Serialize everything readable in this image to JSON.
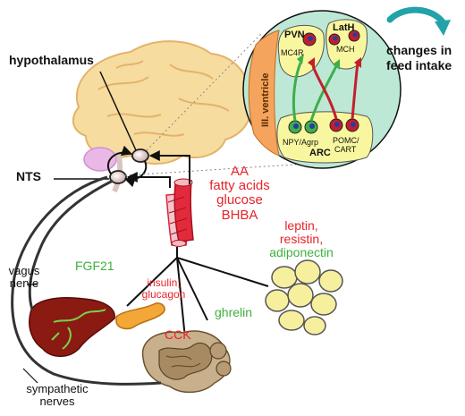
{
  "labels": {
    "hypothalamus": "hypothalamus",
    "nts": "NTS",
    "vagus_nerve": [
      "vagus",
      "nerve"
    ],
    "sympathetic_nerves": [
      "sympathetic",
      "nerves"
    ],
    "metabolites": [
      "AA",
      "fatty acids",
      "glucose",
      "BHBA"
    ],
    "adipokines": [
      "leptin,",
      "resistin,",
      "adiponectin"
    ],
    "fgf21": "FGF21",
    "pancreas_hormones": [
      "insulin,",
      "glucagon"
    ],
    "ghrelin": "ghrelin",
    "cck": "CCK",
    "changes": [
      "changes in",
      "feed intake"
    ]
  },
  "inset": {
    "ventricle": "III. ventricle",
    "pvn": "PVN",
    "lath": "LatH",
    "mc4r": "MC4R",
    "mch": "MCH",
    "npy_agrp": "NPY/Agrp",
    "pomc_cart": [
      "POMC/",
      "CART"
    ],
    "arc": "ARC"
  },
  "colors": {
    "red_text": "#e8232a",
    "green_text": "#3cb13c",
    "inset_fill": "#bde8d6",
    "nucleus_fill": "#f8f7a0",
    "ventricle_fill": "#f4a45c",
    "neuron_green": "#3fae49",
    "neuron_red": "#c41e2c",
    "arrow_teal": "#23a3a9"
  }
}
